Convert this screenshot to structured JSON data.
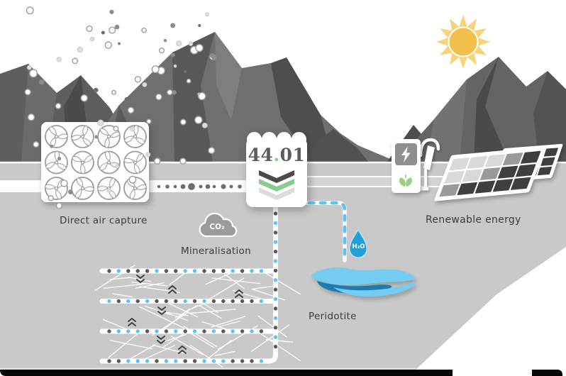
{
  "labels": {
    "direct_air_capture": "Direct air capture",
    "mineralisation": "Mineralisation",
    "renewable_energy": "Renewable energy",
    "peridotite": "Peridotite"
  },
  "unit_display": {
    "number_int": "44",
    "number_sep": ".",
    "number_frac": "01"
  },
  "badges": {
    "co2": "CO₂",
    "h2o": "H₂O"
  },
  "colors": {
    "green": "#88cd90",
    "plant_green": "#9bce80",
    "blue": "#5fc4f0",
    "drop_blue": "#22a0d9",
    "water_light": "#74ccf1",
    "water_dark": "#1a7cb0",
    "sun_core": "#f2c14b",
    "sun_rays": "#f7d37a",
    "ground": "#c9c9c9",
    "cloud_gray": "#9b9b9b",
    "dot_dark": "#5a5a5a",
    "chevron_dark": "#4a4a4a",
    "chevron_light": "#dcdcdc",
    "label": "#3b3b3b",
    "number": "#5c5c5c"
  }
}
